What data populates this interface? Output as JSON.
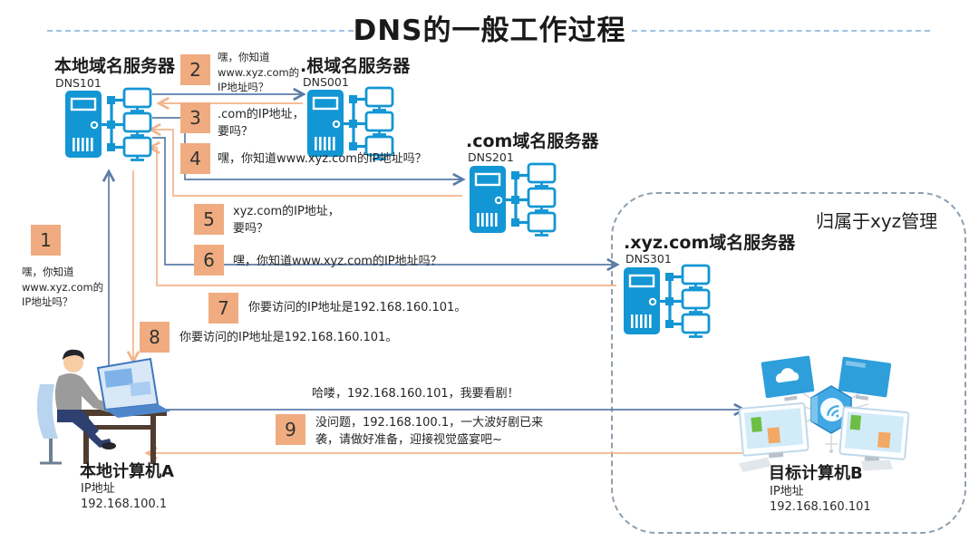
{
  "title": "DNS的一般工作过程",
  "zone": {
    "label": "归属于xyz管理"
  },
  "servers": {
    "local": {
      "name": "本地域名服务器",
      "host": "DNS101"
    },
    "root": {
      "name": ".根域名服务器",
      "host": "DNS001"
    },
    "com": {
      "name": ".com域名服务器",
      "host": "DNS201"
    },
    "xyz": {
      "name": ".xyz.com域名服务器",
      "host": "DNS301"
    }
  },
  "computers": {
    "local": {
      "name": "本地计算机A",
      "ip_label": "IP地址",
      "ip": "192.168.100.1"
    },
    "target": {
      "name": "目标计算机B",
      "ip_label": "IP地址",
      "ip": "192.168.160.101"
    }
  },
  "steps": [
    {
      "num": "1",
      "text": "嘿，你知道\nwww.xyz.com的\nIP地址吗？"
    },
    {
      "num": "2",
      "text": "嘿，你知道\nwww.xyz.com的\nIP地址吗？"
    },
    {
      "num": "3",
      "text": ".com的IP地址，\n要吗？"
    },
    {
      "num": "4",
      "text": "嘿，你知道www.xyz.com的IP地址吗？"
    },
    {
      "num": "5",
      "text": "xyz.com的IP地址，\n要吗？"
    },
    {
      "num": "6",
      "text": "嘿，你知道www.xyz.com的IP地址吗？"
    },
    {
      "num": "7",
      "text": "你要访问的IP地址是192.168.160.101。"
    },
    {
      "num": "8",
      "text": "你要访问的IP地址是192.168.160.101。"
    },
    {
      "num": "9",
      "text": "没问题，192.168.100.1，一大波好剧已来\n袭，请做好准备，迎接视觉盛宴吧~"
    }
  ],
  "messages": {
    "request": "哈喽，192.168.160.101，我要看剧！"
  },
  "colors": {
    "server_blue": "#1396D4",
    "badge_orange": "#F0AC80",
    "arrow_blue": "#5B7CA8",
    "arrow_orange": "#F2B48C",
    "title_dash_blue": "#9DC3E6",
    "zone_border": "#8E9FAE",
    "accent_green": "#6CBE45",
    "accent_orange": "#F2A963"
  },
  "icons": {
    "server": "server-rack-icon",
    "workstation": "person-at-desk-icon",
    "device_cluster": "networked-devices-icon",
    "hub": "wifi-hub-icon"
  }
}
